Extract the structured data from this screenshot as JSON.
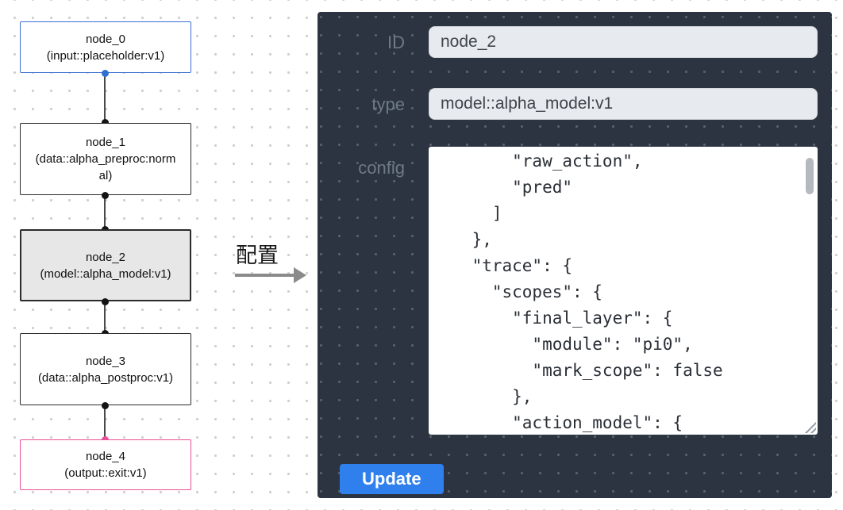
{
  "flow": {
    "nodes": [
      {
        "id": "node_0",
        "type": "(input::placeholder:v1)"
      },
      {
        "id": "node_1",
        "type": "(data::alpha_preproc:normal)"
      },
      {
        "id": "node_2",
        "type": "(model::alpha_model:v1)"
      },
      {
        "id": "node_3",
        "type": "(data::alpha_postproc:v1)"
      },
      {
        "id": "node_4",
        "type": "(output::exit:v1)"
      }
    ]
  },
  "transition": {
    "label": "配置"
  },
  "panel": {
    "id_label": "ID",
    "id_value": "node_2",
    "type_label": "type",
    "type_value": "model::alpha_model:v1",
    "config_label": "config",
    "config_text": "        \"raw_action\",\n        \"pred\"\n      ]\n    },\n    \"trace\": {\n      \"scopes\": {\n        \"final_layer\": {\n          \"module\": \"pi0\",\n          \"mark_scope\": false\n        },\n        \"action_model\": {",
    "update_label": "Update"
  },
  "colors": {
    "accent_blue": "#2f80ed",
    "panel_bg": "#2b3440",
    "input_node_border": "#3d6ed0",
    "output_node_border": "#e8509a",
    "selected_node_bg": "#e7e7e7"
  }
}
